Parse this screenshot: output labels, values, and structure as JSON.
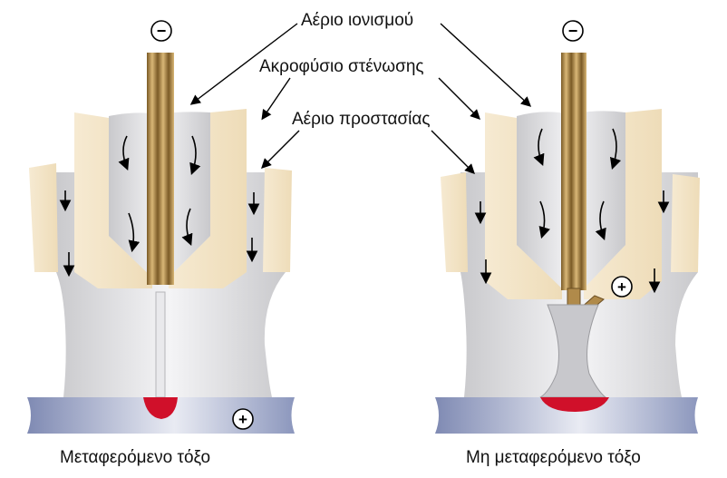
{
  "labels": {
    "ionization_gas": "Αέριο ιονισμού",
    "constriction_nozzle": "Ακροφύσιο στένωσης",
    "shielding_gas": "Αέριο προστασίας"
  },
  "captions": {
    "transferred": "Μεταφερόμενο τόξο",
    "non_transferred": "Μη μεταφερόμενο τόξο"
  },
  "polarity": {
    "negative": "−",
    "positive": "+"
  },
  "colors": {
    "nozzle": "#f3e6cc",
    "gas": "#dcdcdc",
    "electrode": "#b08a4a",
    "workpiece": "#9aa6c8",
    "weld_pool": "#d0102a"
  }
}
